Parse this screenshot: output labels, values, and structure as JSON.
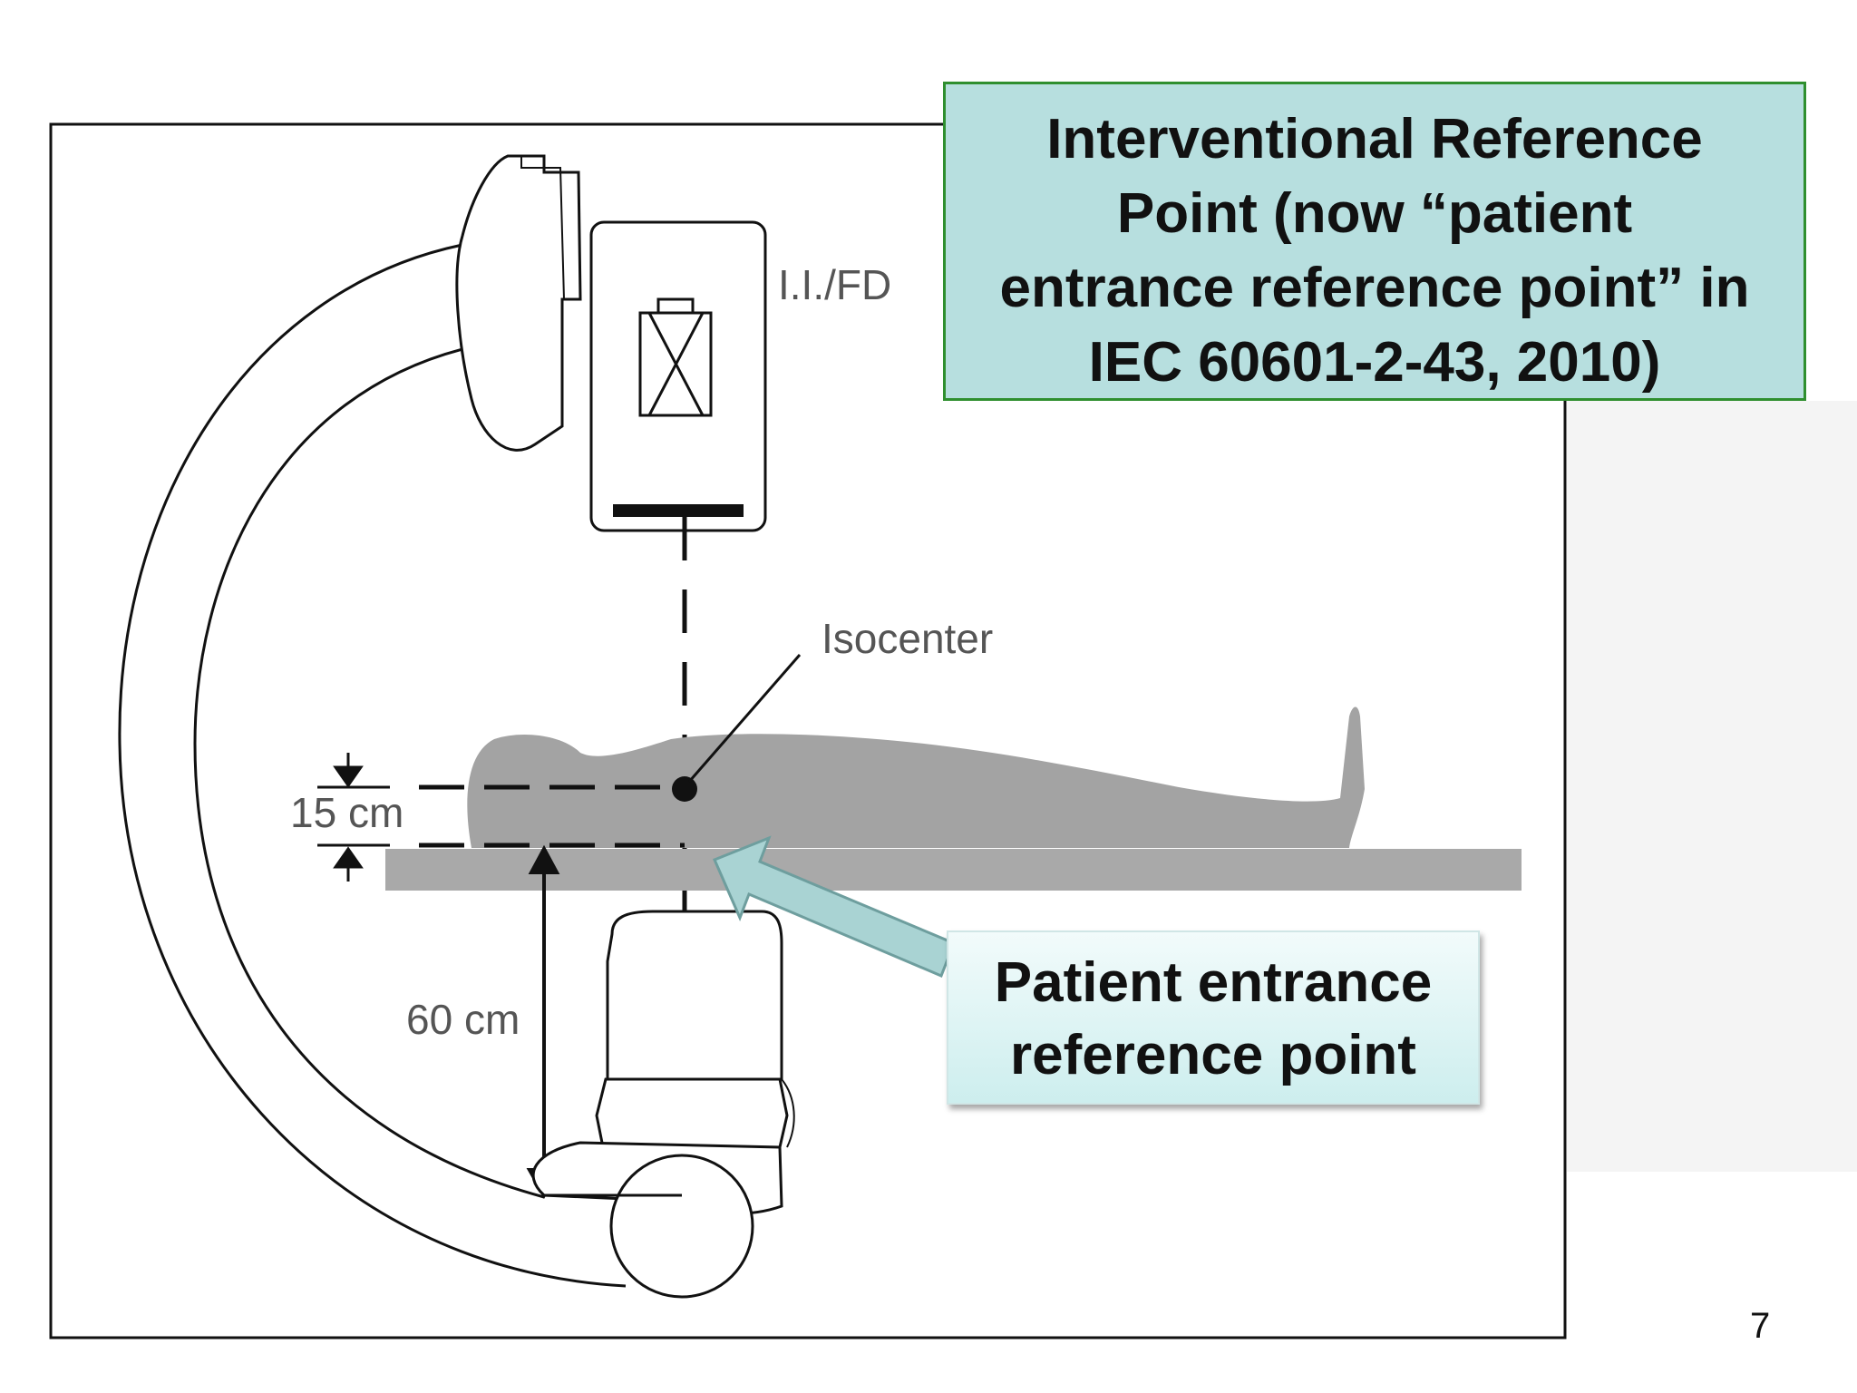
{
  "labels": {
    "detector": "I.I./FD",
    "isocenter": "Isocenter",
    "distance_15": "15 cm",
    "distance_60": "60 cm"
  },
  "callouts": {
    "title_lines": [
      "Interventional Reference",
      "Point (now “patient",
      "entrance reference point” in",
      "IEC 60601-2-43, 2010)"
    ],
    "entrance_lines": [
      "Patient entrance",
      "reference point"
    ]
  },
  "page_number": "7",
  "colors": {
    "callout_title_bg": "#b7dfdf",
    "callout_title_border": "#2f8f2f",
    "arrow_fill": "#a9d3d3",
    "patient_gray": "#a3a3a3"
  }
}
